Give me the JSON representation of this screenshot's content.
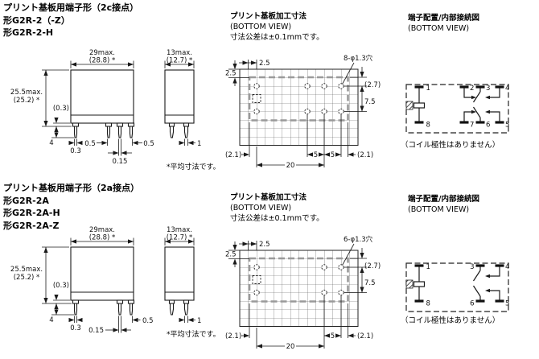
{
  "s1": {
    "heading": "プリント基板用端子形（2c接点）",
    "models": [
      "形G2R-2（-Z）",
      "形G2R-2-H"
    ],
    "dims": {
      "w1": "29max.",
      "w2": "(28.8) *",
      "h1": "25.5max.",
      "h2": "(25.2) *",
      "standoff": "(0.3)",
      "pin_len": "4",
      "pin_w": "0.3",
      "pin_w2": "0.5",
      "pin_w3": "0.5",
      "pin_gap": "0.15",
      "side_w1": "13max.",
      "side_w2": "(12.7) *",
      "side_pin": "1",
      "note": "*平均寸法です。"
    },
    "pcb": {
      "t1": "プリント基板加工寸法",
      "t2": "(BOTTOM VIEW)",
      "t3": "寸法公差は±0.1mmです。",
      "holes": "8-φ1.3穴",
      "pitch_h": "2.5",
      "pitch_v": "2.5",
      "edge": "(2.7)",
      "row": "7.5",
      "b_left": "(2.1)",
      "b_span": "20",
      "b5a": "5",
      "b5b": "5",
      "b_right": "(2.1)"
    },
    "term": {
      "t1": "端子配置/内部接続図",
      "t2": "(BOTTOM VIEW)",
      "n1": "1",
      "n2": "2",
      "n3": "3",
      "n4": "4",
      "n5": "5",
      "n6": "6",
      "n7": "7",
      "n8": "8",
      "note": "（コイル極性はありません）"
    }
  },
  "s2": {
    "heading": "プリント基板用端子形（2a接点）",
    "models": [
      "形G2R-2A",
      "形G2R-2A-H",
      "形G2R-2A-Z"
    ],
    "dims": {
      "w1": "29max.",
      "w2": "(28.8) *",
      "h1": "25.5max.",
      "h2": "(25.2) *",
      "standoff": "(0.3)",
      "pin_len": "4",
      "pin_w": "0.3",
      "pin_w3": "0.5",
      "pin_gap": "0.15",
      "side_w1": "13max.",
      "side_w2": "(12.7) *",
      "side_pin": "1",
      "note": "*平均寸法です。"
    },
    "pcb": {
      "t1": "プリント基板加工寸法",
      "t2": "(BOTTOM VIEW)",
      "t3": "寸法公差は±0.1mmです。",
      "holes": "6-φ1.3穴",
      "pitch_h": "2.5",
      "pitch_v": "2.5",
      "edge": "(2.7)",
      "row": "7.5",
      "b_left": "(2.1)",
      "b_span": "20",
      "b5a": "5",
      "b_right": "(2.1)"
    },
    "term": {
      "t1": "端子配置/内部接続図",
      "t2": "(BOTTOM VIEW)",
      "n1": "1",
      "n3": "3",
      "n4": "4",
      "n5": "5",
      "n6": "6",
      "n8": "8",
      "note": "（コイル極性はありません）"
    }
  }
}
